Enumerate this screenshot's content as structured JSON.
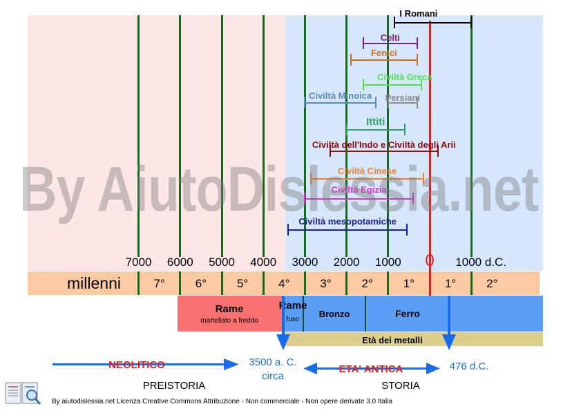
{
  "watermark": "By AiutoDislessia.net",
  "scale": {
    "millennia_label": "millenni",
    "year_ticks": [
      {
        "label": "7000",
        "at": 7000
      },
      {
        "label": "6000",
        "at": 6000
      },
      {
        "label": "5000",
        "at": 5000
      },
      {
        "label": "4000",
        "at": 4000
      },
      {
        "label": "3000",
        "at": 3000
      },
      {
        "label": "2000",
        "at": 2000
      },
      {
        "label": "1000",
        "at": 1000
      },
      {
        "label": "1000 d.C.",
        "at": -1000
      }
    ],
    "zero_label": "0",
    "millennia": [
      "7°",
      "6°",
      "5°",
      "4°",
      "3°",
      "2°",
      "1°",
      "1°",
      "2°"
    ]
  },
  "civilizations": [
    {
      "name": "I Romani",
      "from": 850,
      "to": -1000,
      "color": "#000000"
    },
    {
      "name": "Celti",
      "from": 1600,
      "to": 300,
      "color": "#7b1f7d"
    },
    {
      "name": "Fenici",
      "from": 1900,
      "to": 300,
      "color": "#cc6f1c"
    },
    {
      "name": "Civiltà Greca",
      "from": 1600,
      "to": 200,
      "color": "#4fe04f"
    },
    {
      "name": "Civiltà Minoica",
      "from": 3000,
      "to": 1300,
      "color": "#5b8bb4"
    },
    {
      "name": "Persiani",
      "from": 1000,
      "to": 300,
      "color": "#8c8c8c"
    },
    {
      "name": "Ittiti",
      "from": 2000,
      "to": 600,
      "color": "#2ea36a"
    },
    {
      "name": "Civiltà dell'Indo e Civiltà degli Arii",
      "from": 2400,
      "to": -200,
      "color": "#8b0d10"
    },
    {
      "name": "Civiltà Cinese",
      "from": 2850,
      "to": 150,
      "color": "#f07f2e"
    },
    {
      "name": "Civiltà Egizia",
      "from": 3000,
      "to": 400,
      "color": "#d633d6"
    },
    {
      "name": "Civiltà mesopotamiche",
      "from": 3400,
      "to": 550,
      "color": "#1d1d9e"
    }
  ],
  "metals": {
    "rame_title": "Rame",
    "rame_sub": "martellato a freddo",
    "rame_fuso_title": "Rame",
    "rame_fuso_sub": "fuso",
    "bronzo": "Bronzo",
    "ferro": "Ferro",
    "eta_metalli": "Età dei metalli",
    "colors": {
      "rame": "#f97070",
      "metal_blue": "#5b9ef5",
      "eta": "#dccf8d"
    }
  },
  "eras": {
    "neolitico": "NEOLITICO",
    "date_3500_line1": "3500 a. C.",
    "date_3500_line2": "circa",
    "eta_antica": "ETA' ANTICA",
    "date_476": "476 d.C.",
    "preistoria": "PREISTORIA",
    "storia": "STORIA"
  },
  "footer": {
    "credit": "By aiutodislessia.net Licenza Creative Commons Attribuzione - Non commerciale - Non opere derivate 3.0 Italia",
    "logo_icon": "book-magnifier-icon"
  }
}
